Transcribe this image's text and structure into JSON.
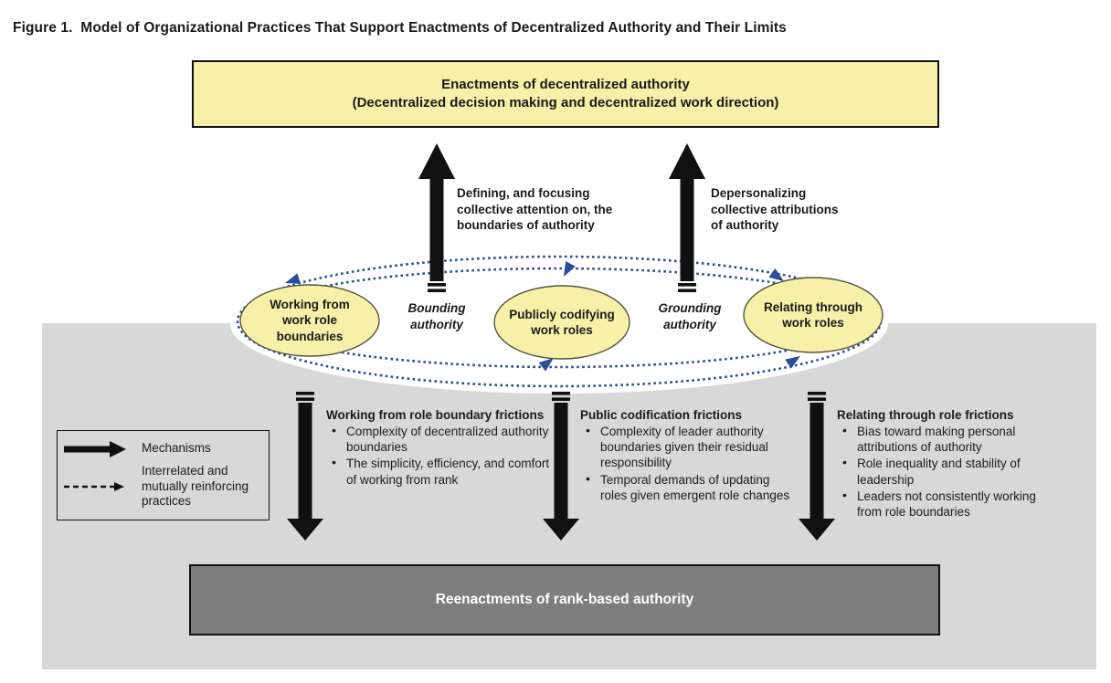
{
  "title": "Figure 1.  Model of Organizational Practices That Support Enactments of Decentralized Authority and Their Limits",
  "colors": {
    "practice_yellow": "#f6f0a8",
    "background_gray": "#d8d8d8",
    "rank_box_gray": "#7e7e7e",
    "loop_blue": "#2c4c9c",
    "arrow_black": "#111111"
  },
  "enactments_box": {
    "line1": "Enactments of decentralized authority",
    "line2": "(Decentralized decision making and decentralized work direction)"
  },
  "mechanism_labels": {
    "left": "Defining, and focusing\ncollective attention on, the\nboundaries of authority",
    "right": "Depersonalizing\ncollective attributions\nof authority"
  },
  "practices": {
    "left": "Working from\nwork role\nboundaries",
    "middle": "Publicly codifying\nwork roles",
    "right": "Relating through\nwork roles"
  },
  "between_labels": {
    "left": "Bounding\nauthority",
    "right": "Grounding\nauthority"
  },
  "frictions": [
    {
      "heading": "Working from role boundary frictions",
      "bullets": [
        "Complexity of decentralized authority boundaries",
        "The simplicity, efficiency, and comfort of working from rank"
      ]
    },
    {
      "heading": "Public codification frictions",
      "bullets": [
        "Complexity of leader authority boundaries given their residual responsibility",
        "Temporal demands of updating roles given emergent role changes"
      ]
    },
    {
      "heading": "Relating through role frictions",
      "bullets": [
        "Bias toward making personal attributions of authority",
        "Role inequality and stability of leadership",
        "Leaders not consistently working from role boundaries"
      ]
    }
  ],
  "legend": {
    "items": [
      {
        "icon": "solid-arrow",
        "label": "Mechanisms"
      },
      {
        "icon": "dashed-arrow",
        "label": "Interrelated and\nmutually reinforcing\npractices"
      }
    ]
  },
  "rank_box": {
    "label": "Reenactments of rank-based authority"
  }
}
